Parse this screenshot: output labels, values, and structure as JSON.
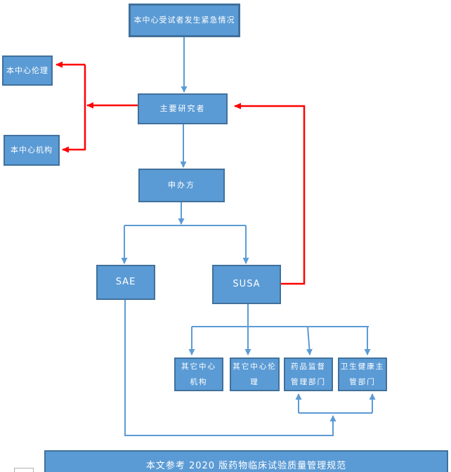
{
  "colors": {
    "box-fill": "#5b9bd5",
    "box-border": "#41719c",
    "arrow-blue": "#5b9bd5",
    "arrow-red": "#ff0000",
    "text": "#ffffff"
  },
  "nodes": {
    "emergency": {
      "label": "本中心受试者发生紧急情况"
    },
    "ethics_local": {
      "label": "本中心伦理"
    },
    "institution_local": {
      "label": "本中心机构"
    },
    "pi": {
      "label": "主要研究者"
    },
    "sponsor": {
      "label": "申办方"
    },
    "sae": {
      "label": "SAE"
    },
    "susa": {
      "label": "SUSA"
    },
    "other_institution": {
      "line1": "其它中心",
      "line2": "机构"
    },
    "other_ethics": {
      "line1": "其它中心伦",
      "line2": "理"
    },
    "drug_admin": {
      "line1": "药品监督",
      "line2": "管理部门"
    },
    "health_dept": {
      "line1": "卫生健康主",
      "line2": "管部门"
    }
  },
  "footer": {
    "label": "本文参考 2020 版药物临床试验质量管理规范"
  }
}
